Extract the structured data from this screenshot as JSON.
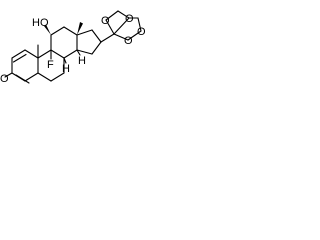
{
  "molecule": {
    "type": "skeletal-structure",
    "atom_labels": {
      "oxygen_ketone": "O",
      "oxygen_hydroxyl": "HO",
      "hydroxyl_hydrogen": "H",
      "fluorine": "F",
      "hydrogen_c8": "H",
      "hydrogen_c14": "H",
      "dioxolane_oxygens": [
        "O",
        "O",
        "O",
        "O"
      ]
    },
    "colors": {
      "bond": "#000000",
      "background": "#ffffff"
    }
  }
}
